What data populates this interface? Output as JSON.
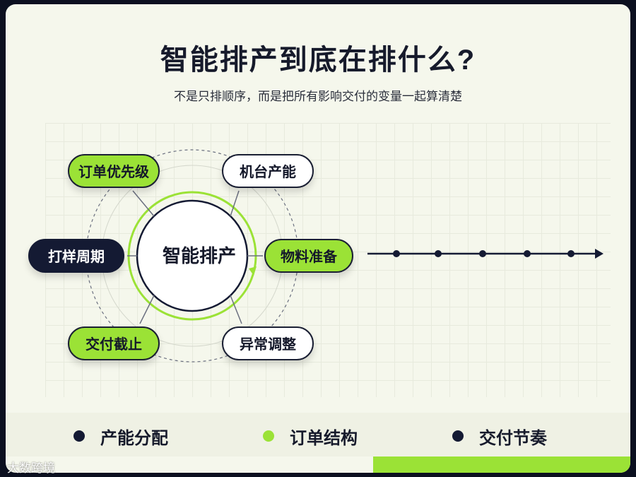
{
  "header": {
    "title": "智能排产到底在排什么?",
    "subtitle": "不是只排顺序，而是把所有影响交付的变量一起算清楚"
  },
  "diagram": {
    "center": "智能排产",
    "nodes": {
      "order_priority": "订单优先级",
      "machine_capacity": "机台产能",
      "sample_cycle": "打样周期",
      "material_prep": "物料准备",
      "delivery_cutoff": "交付截止",
      "exception_adjust": "异常调整"
    }
  },
  "legend": [
    {
      "label": "产能分配",
      "color": "#141a33"
    },
    {
      "label": "订单结构",
      "color": "#9be236"
    },
    {
      "label": "交付节奏",
      "color": "#141a33"
    }
  ],
  "colors": {
    "accent_green": "#9be236",
    "navy": "#141a33"
  },
  "watermark": "大数跨境"
}
